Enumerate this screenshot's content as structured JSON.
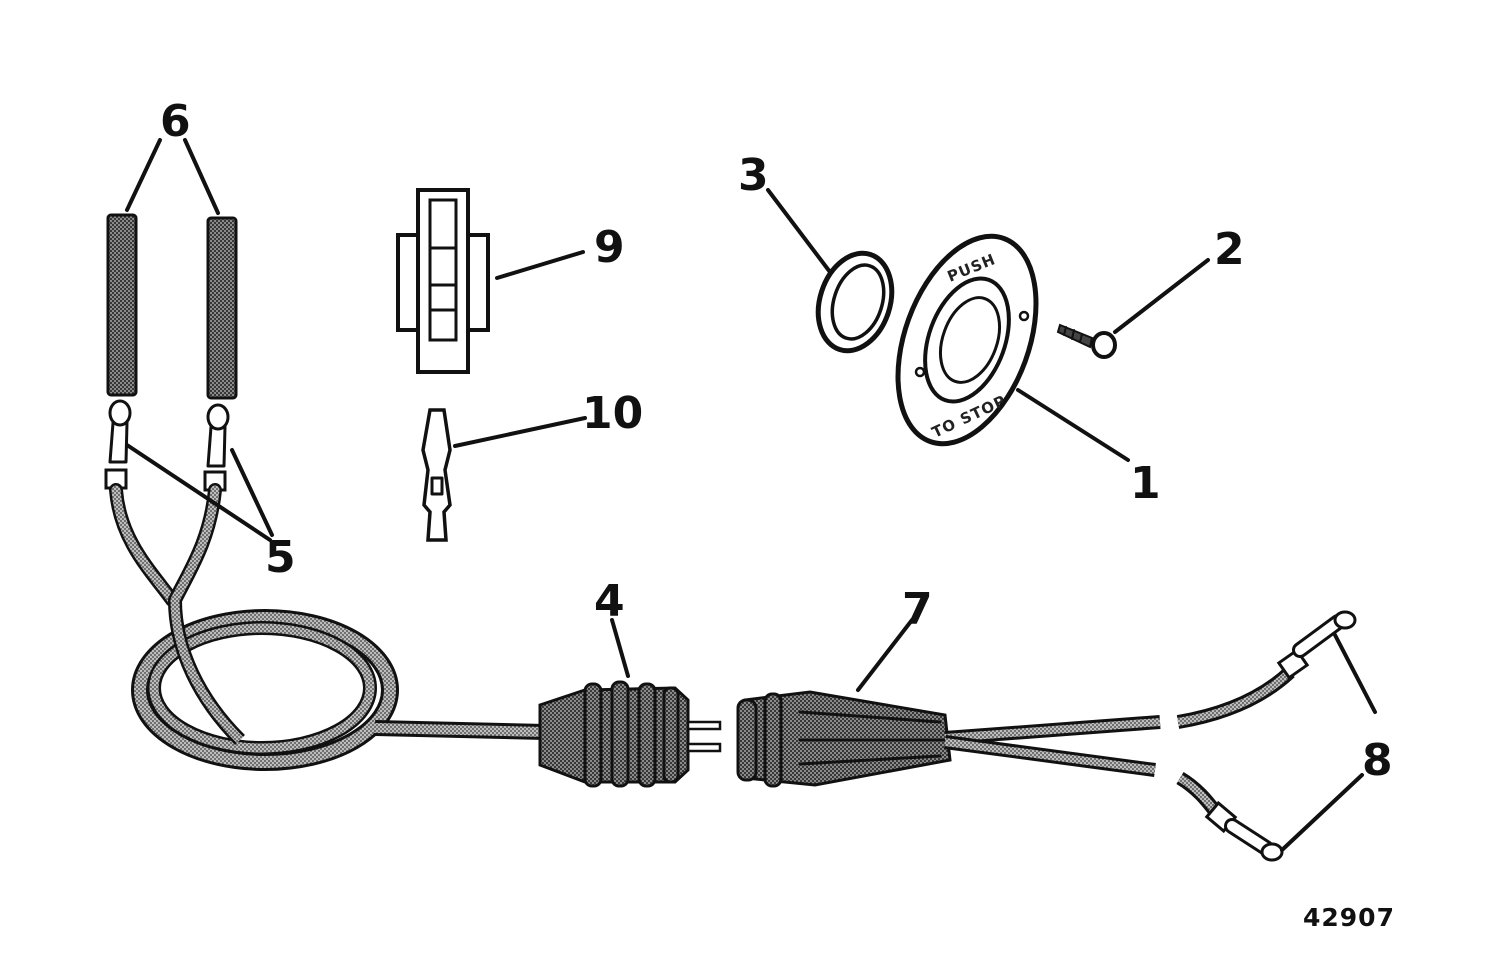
{
  "callouts": {
    "c1": "1",
    "c2": "2",
    "c3": "3",
    "c4": "4",
    "c5": "5",
    "c6": "6",
    "c7": "7",
    "c8": "8",
    "c9": "9",
    "c10": "10"
  },
  "plate": {
    "top_text": "PUSH",
    "bottom_text": "TO STOP"
  },
  "figure_number": "42907",
  "colors": {
    "ink": "#111111",
    "shade": "#7a7a7a",
    "background": "#ffffff"
  }
}
